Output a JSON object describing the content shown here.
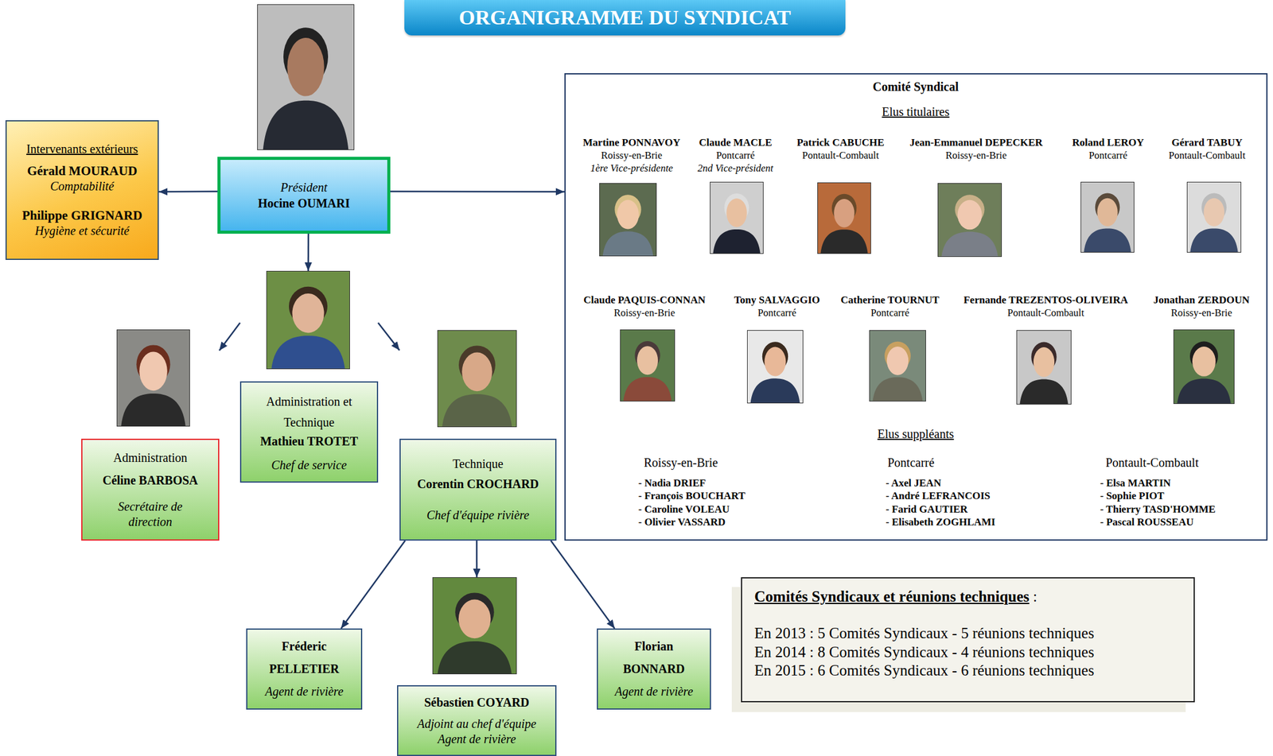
{
  "diagram": {
    "title": "ORGANIGRAMME DU SYNDICAT",
    "nodes": [
      {
        "text": [
          "Président",
          "Hocine OUMARI"
        ]
      },
      {
        "text": [
          "Intervenants extérieurs",
          "Gérald MOURAUD",
          "Comptabilité",
          "Philippe GRIGNARD",
          "Hygiène et sécurité"
        ]
      },
      {
        "text": [
          "Comité Syndical",
          "Elus titulaires",
          "Martine PONNAVOY",
          "Roissy-en-Brie",
          "1ère Vice-présidente",
          "Claude MACLE",
          "Pontcarré",
          "2nd Vice-président",
          "Patrick CABUCHE",
          "Pontault-Combault",
          "Jean-Emmanuel DEPECKER",
          "Roissy-en-Brie",
          "Roland LEROY",
          "Pontcarré",
          "Gérard TABUY",
          "Pontault-Combault",
          "Claude PAQUIS-CONNAN",
          "Roissy-en-Brie",
          "Tony SALVAGGIO",
          "Pontcarré",
          "Catherine TOURNUT",
          "Pontcarré",
          "Fernande TREZENTOS-OLIVEIRA",
          "Pontault-Combault",
          "Jonathan ZERDOUN",
          "Roissy-en-Brie",
          "Elus suppléants",
          "Roissy-en-Brie",
          "- Nadia DRIEF",
          "- François BOUCHART",
          "- Caroline VOLEAU",
          "- Olivier VASSARD",
          "Pontcarré",
          "- Axel JEAN",
          "- André LEFRANCOIS",
          "- Farid GAUTIER",
          "- Elisabeth ZOGHLAMI",
          "Pontault-Combault",
          "- Elsa MARTIN",
          "- Sophie PIOT",
          "- Thierry TASD'HOMME",
          "- Pascal ROUSSEAU"
        ]
      },
      {
        "text": [
          "Administration et Technique",
          "Mathieu TROTET",
          "Chef de service"
        ]
      },
      {
        "text": [
          "Administration",
          "Céline BARBOSA",
          "Secrétaire de direction"
        ]
      },
      {
        "text": [
          "Technique",
          "Corentin CROCHARD",
          "Chef d'équipe rivière"
        ]
      },
      {
        "text": [
          "Fréderic PELLETIER",
          "Agent de rivière"
        ]
      },
      {
        "text": [
          "Sébastien COYARD",
          "Adjoint au chef d'équipe",
          "Agent de rivière"
        ]
      },
      {
        "text": [
          "Florian BONNARD",
          "Agent de rivière"
        ]
      },
      {
        "text": [
          "Comités Syndicaux et réunions techniques",
          ":",
          "En 2013 : 5 Comités Syndicaux - 5 réunions techniques",
          "En 2014 : 8 Comités Syndicaux - 4 réunions techniques",
          "En 2015 : 6 Comités Syndicaux - 6 réunions techniques"
        ]
      }
    ],
    "edges": [
      {
        "from": 0,
        "to": 1,
        "arrow": "to"
      },
      {
        "from": 0,
        "to": 2,
        "arrow": "to"
      },
      {
        "from": 0,
        "to": 3,
        "arrow": "to"
      },
      {
        "from": 3,
        "to": 4,
        "arrow": "to"
      },
      {
        "from": 3,
        "to": 5,
        "arrow": "to"
      },
      {
        "from": 5,
        "to": 6,
        "arrow": "to"
      },
      {
        "from": 5,
        "to": 7,
        "arrow": "to"
      },
      {
        "from": 5,
        "to": 8,
        "arrow": "to"
      }
    ]
  }
}
